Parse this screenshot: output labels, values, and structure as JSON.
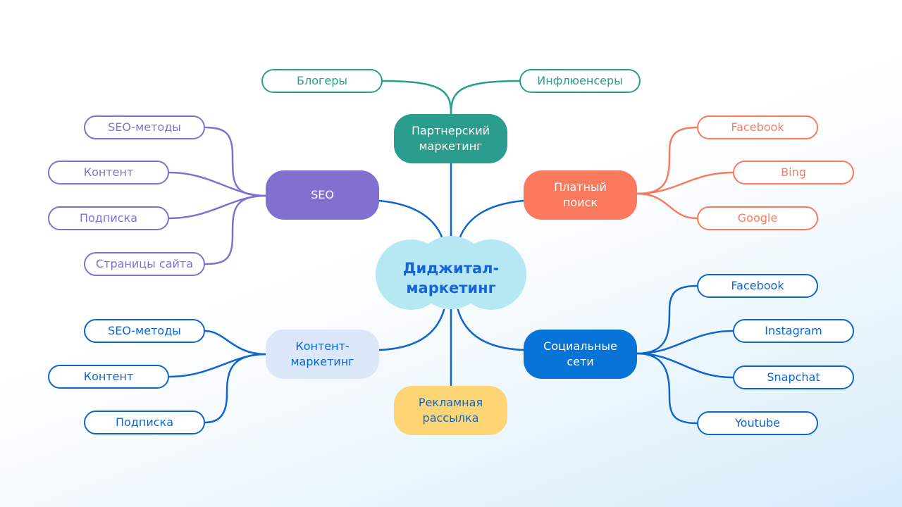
{
  "colors": {
    "teal": "#2a9d8f",
    "purple": "#8270d0",
    "coral": "#fb7a5e",
    "blue": "#0874d8",
    "link_blue": "#0d66d0",
    "light_blue_node": "#dce7fa",
    "yellow": "#fdd574",
    "cloud": "#b5e8f3",
    "center_text": "#1565d8"
  },
  "center": {
    "label": "Диджитал-\nмаркетинг"
  },
  "branches": {
    "partner": {
      "label": "Партнерский\nмаркетинг",
      "children": [
        "Блогеры",
        "Инфлюенсеры"
      ]
    },
    "seo": {
      "label": "SEO",
      "children": [
        "SEO-методы",
        "Контент",
        "Подписка",
        "Страницы сайта"
      ]
    },
    "paid_search": {
      "label": "Платный\nпоиск",
      "children": [
        "Facebook",
        "Bing",
        "Google"
      ]
    },
    "social": {
      "label": "Социальные\nсети",
      "children": [
        "Facebook",
        "Instagram",
        "Snapchat",
        "Youtube"
      ]
    },
    "content_marketing": {
      "label": "Контент-\nмаркетинг",
      "children": [
        "SEO-методы",
        "Контент",
        "Подписка"
      ]
    },
    "email": {
      "label": "Рекламная\nрассылка",
      "children": []
    }
  }
}
